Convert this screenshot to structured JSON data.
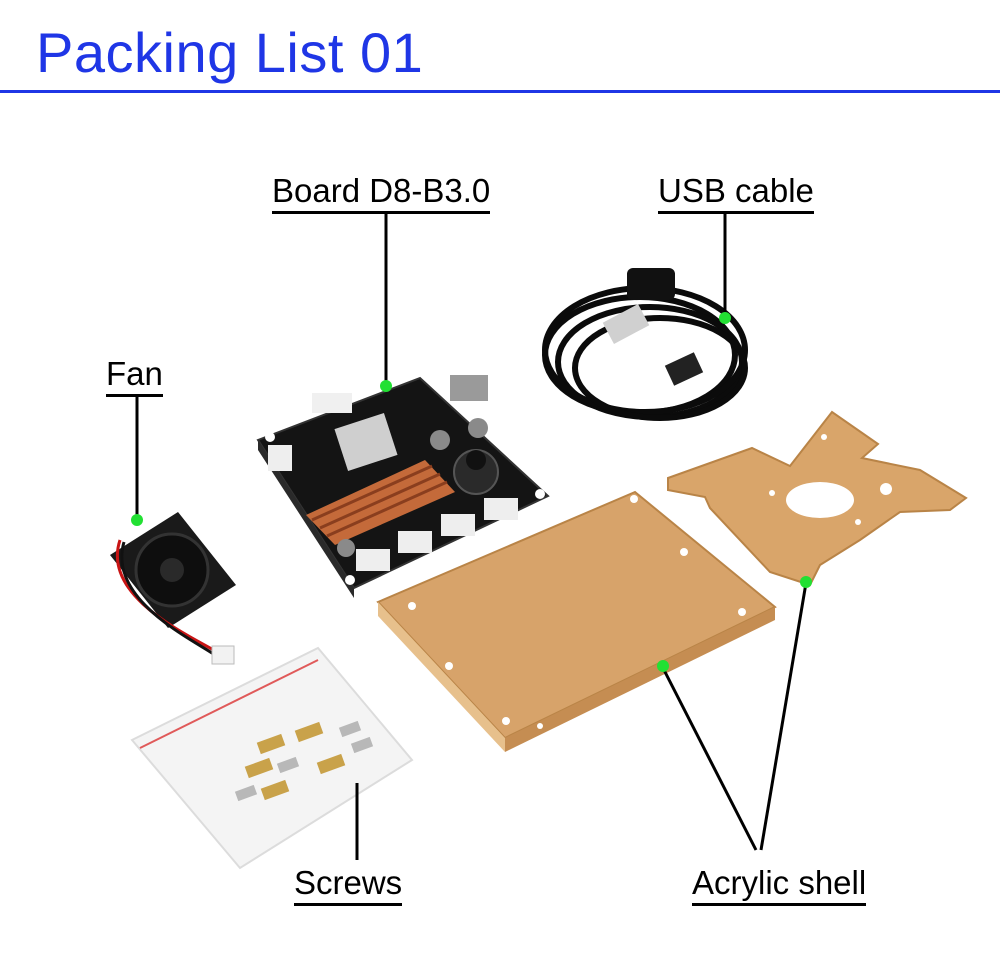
{
  "title": "Packing List 01",
  "labels": {
    "board": "Board D8-B3.0",
    "usb": "USB cable",
    "fan": "Fan",
    "screws": "Screws",
    "acrylic": "Acrylic shell"
  },
  "colors": {
    "title": "#1f36e6",
    "marker": "#22e033",
    "acrylic": "#d9a56a",
    "pcb": "#161616",
    "heatsink": "#c96a3c"
  }
}
